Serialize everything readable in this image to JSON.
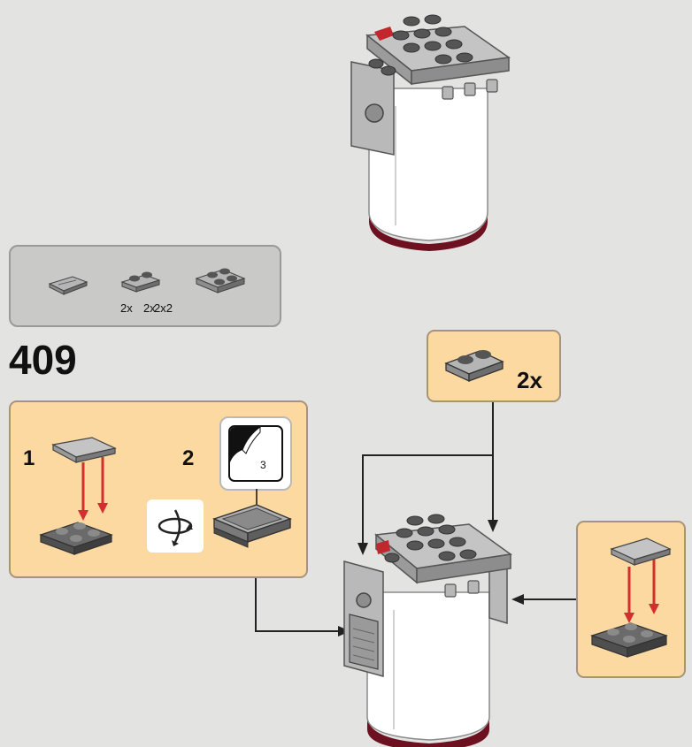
{
  "parts_list": {
    "items": [
      {
        "name": "tile-1x2-grille",
        "qty": ""
      },
      {
        "name": "plate-1x2",
        "qty": "2x"
      },
      {
        "name": "plate-2x2",
        "qty": "2x"
      }
    ]
  },
  "step": {
    "number": "409",
    "subassembly_a": {
      "sub_step_1": "1",
      "sub_step_2": "2",
      "sticker_number": "3"
    },
    "subassembly_b": {
      "qty": "2x"
    }
  },
  "colors": {
    "background": "#e3e3e2",
    "panel": "#fcd9a1",
    "parts_box": "#c9c9c8",
    "arrow_red": "#d32f2f",
    "brick_gray": "#a5a5a5",
    "brick_dark": "#5b5b5b",
    "dark_red": "#6d1020",
    "white_cylinder": "#ffffff"
  }
}
